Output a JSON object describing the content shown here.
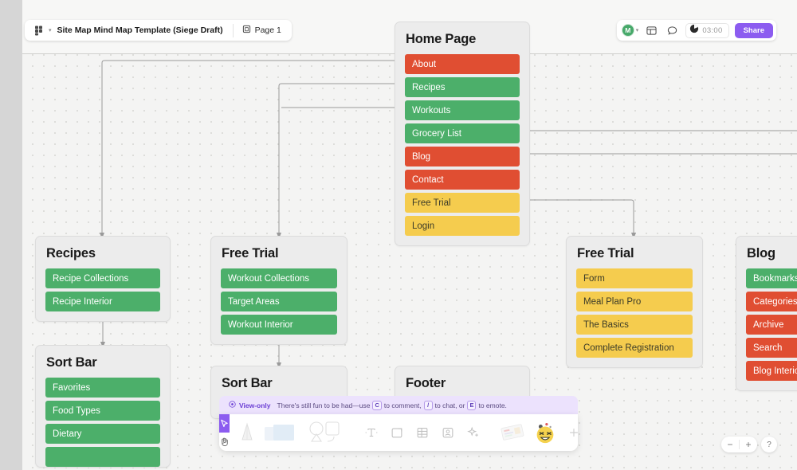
{
  "header": {
    "doc_icon": "figjam-file-icon",
    "doc_title": "Site Map Mind Map Template (Siege Draft)",
    "page_tab_label": "Page 1",
    "page_tab_icon": "page-icon",
    "caret": "▾",
    "avatar_initial": "M",
    "grid_view_icon": "layout-icon",
    "comment_icon": "comment-bubble-icon",
    "timer_icon": "timer-icon",
    "timer_value": "03:00",
    "share_label": "Share"
  },
  "banner": {
    "tag_icon": "eye-icon",
    "tag_label": "View-only",
    "msg_prefix": "There's still fun to be had—use",
    "key_comment": "C",
    "msg_mid1": "to comment,",
    "key_chat": "/",
    "msg_mid2": "to chat, or",
    "key_emote": "E",
    "msg_suffix": "to emote."
  },
  "colors": {
    "red": "#e04e32",
    "green": "#4caf6a",
    "yellow": "#f5cc4e",
    "accent_purple": "#8c5cf0",
    "canvas": "#f4f4f3",
    "card_bg": "#ececec"
  },
  "cards": {
    "home": {
      "title": "Home Page",
      "items": [
        {
          "label": "About",
          "color": "red"
        },
        {
          "label": "Recipes",
          "color": "green"
        },
        {
          "label": "Workouts",
          "color": "green"
        },
        {
          "label": "Grocery List",
          "color": "green"
        },
        {
          "label": "Blog",
          "color": "red"
        },
        {
          "label": "Contact",
          "color": "red"
        },
        {
          "label": "Free Trial",
          "color": "yellow"
        },
        {
          "label": "Login",
          "color": "yellow"
        }
      ]
    },
    "recipes": {
      "title": "Recipes",
      "items": [
        {
          "label": "Recipe Collections",
          "color": "green"
        },
        {
          "label": "Recipe Interior",
          "color": "green"
        }
      ]
    },
    "sortbar_left": {
      "title": "Sort Bar",
      "items": [
        {
          "label": "Favorites",
          "color": "green"
        },
        {
          "label": "Food Types",
          "color": "green"
        },
        {
          "label": "Dietary",
          "color": "green"
        },
        {
          "label": "",
          "color": "green"
        }
      ]
    },
    "freetrial_left": {
      "title": "Free Trial",
      "items": [
        {
          "label": "Workout Collections",
          "color": "green"
        },
        {
          "label": "Target Areas",
          "color": "green"
        },
        {
          "label": "Workout Interior",
          "color": "green"
        }
      ]
    },
    "sortbar_mid": {
      "title": "Sort Bar",
      "items": [
        {
          "label": "",
          "color": "green"
        }
      ]
    },
    "footer": {
      "title": "Footer",
      "items": [
        {
          "label": "",
          "color": "red"
        }
      ]
    },
    "freetrial_right": {
      "title": "Free Trial",
      "items": [
        {
          "label": "Form",
          "color": "yellow"
        },
        {
          "label": "Meal Plan Pro",
          "color": "yellow"
        },
        {
          "label": "The Basics",
          "color": "yellow"
        },
        {
          "label": "Complete Registration",
          "color": "yellow"
        }
      ]
    },
    "blog": {
      "title": "Blog",
      "items": [
        {
          "label": "Bookmarks",
          "color": "green"
        },
        {
          "label": "Categories",
          "color": "red"
        },
        {
          "label": "Archive",
          "color": "red"
        },
        {
          "label": "Search",
          "color": "red"
        },
        {
          "label": "Blog Interior",
          "color": "red"
        }
      ]
    }
  },
  "toolbar": {
    "items": [
      {
        "name": "select-cursor-tool"
      },
      {
        "name": "hand-tool"
      },
      {
        "name": "pen-tool"
      },
      {
        "name": "sticky-note-tool"
      },
      {
        "name": "shapes-tool"
      },
      {
        "name": "text-tool"
      },
      {
        "name": "frame-tool"
      },
      {
        "name": "table-tool"
      },
      {
        "name": "stamp-tool"
      },
      {
        "name": "ai-sparkle-tool"
      },
      {
        "name": "templates-tool"
      },
      {
        "name": "emoji-reaction-tool"
      },
      {
        "name": "add-more-tool"
      }
    ]
  },
  "zoom_controls": {
    "minus": "−",
    "plus": "+",
    "help": "?"
  }
}
